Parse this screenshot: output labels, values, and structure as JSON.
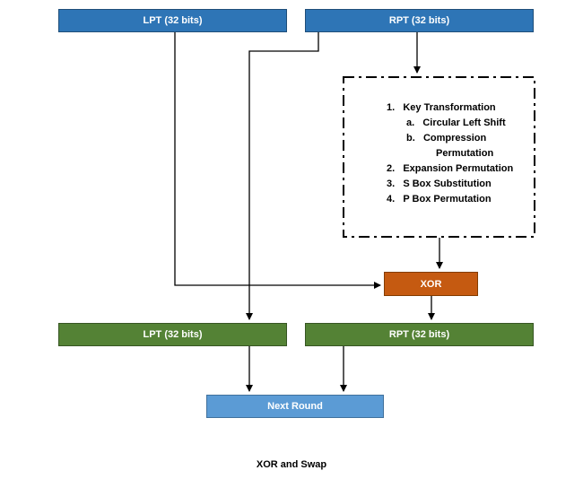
{
  "boxes": {
    "top_lpt": {
      "label": "LPT (32 bits)",
      "color": "#2E75B6"
    },
    "top_rpt": {
      "label": "RPT (32 bits)",
      "color": "#2E75B6"
    },
    "xor": {
      "label": "XOR",
      "color": "#C55A11"
    },
    "bottom_lpt": {
      "label": "LPT (32 bits)",
      "color": "#548235"
    },
    "bottom_rpt": {
      "label": "RPT (32 bits)",
      "color": "#548235"
    },
    "next_round": {
      "label": "Next Round",
      "color": "#5B9BD5"
    }
  },
  "process_box": {
    "lines": [
      "1.   Key Transformation",
      "a.   Circular Left Shift",
      "b.   Compression",
      "Permutation",
      "2.   Expansion Permutation",
      "3.   S Box Substitution",
      "4.   P Box Permutation"
    ]
  },
  "caption": "XOR and Swap",
  "line_color": "#000000"
}
